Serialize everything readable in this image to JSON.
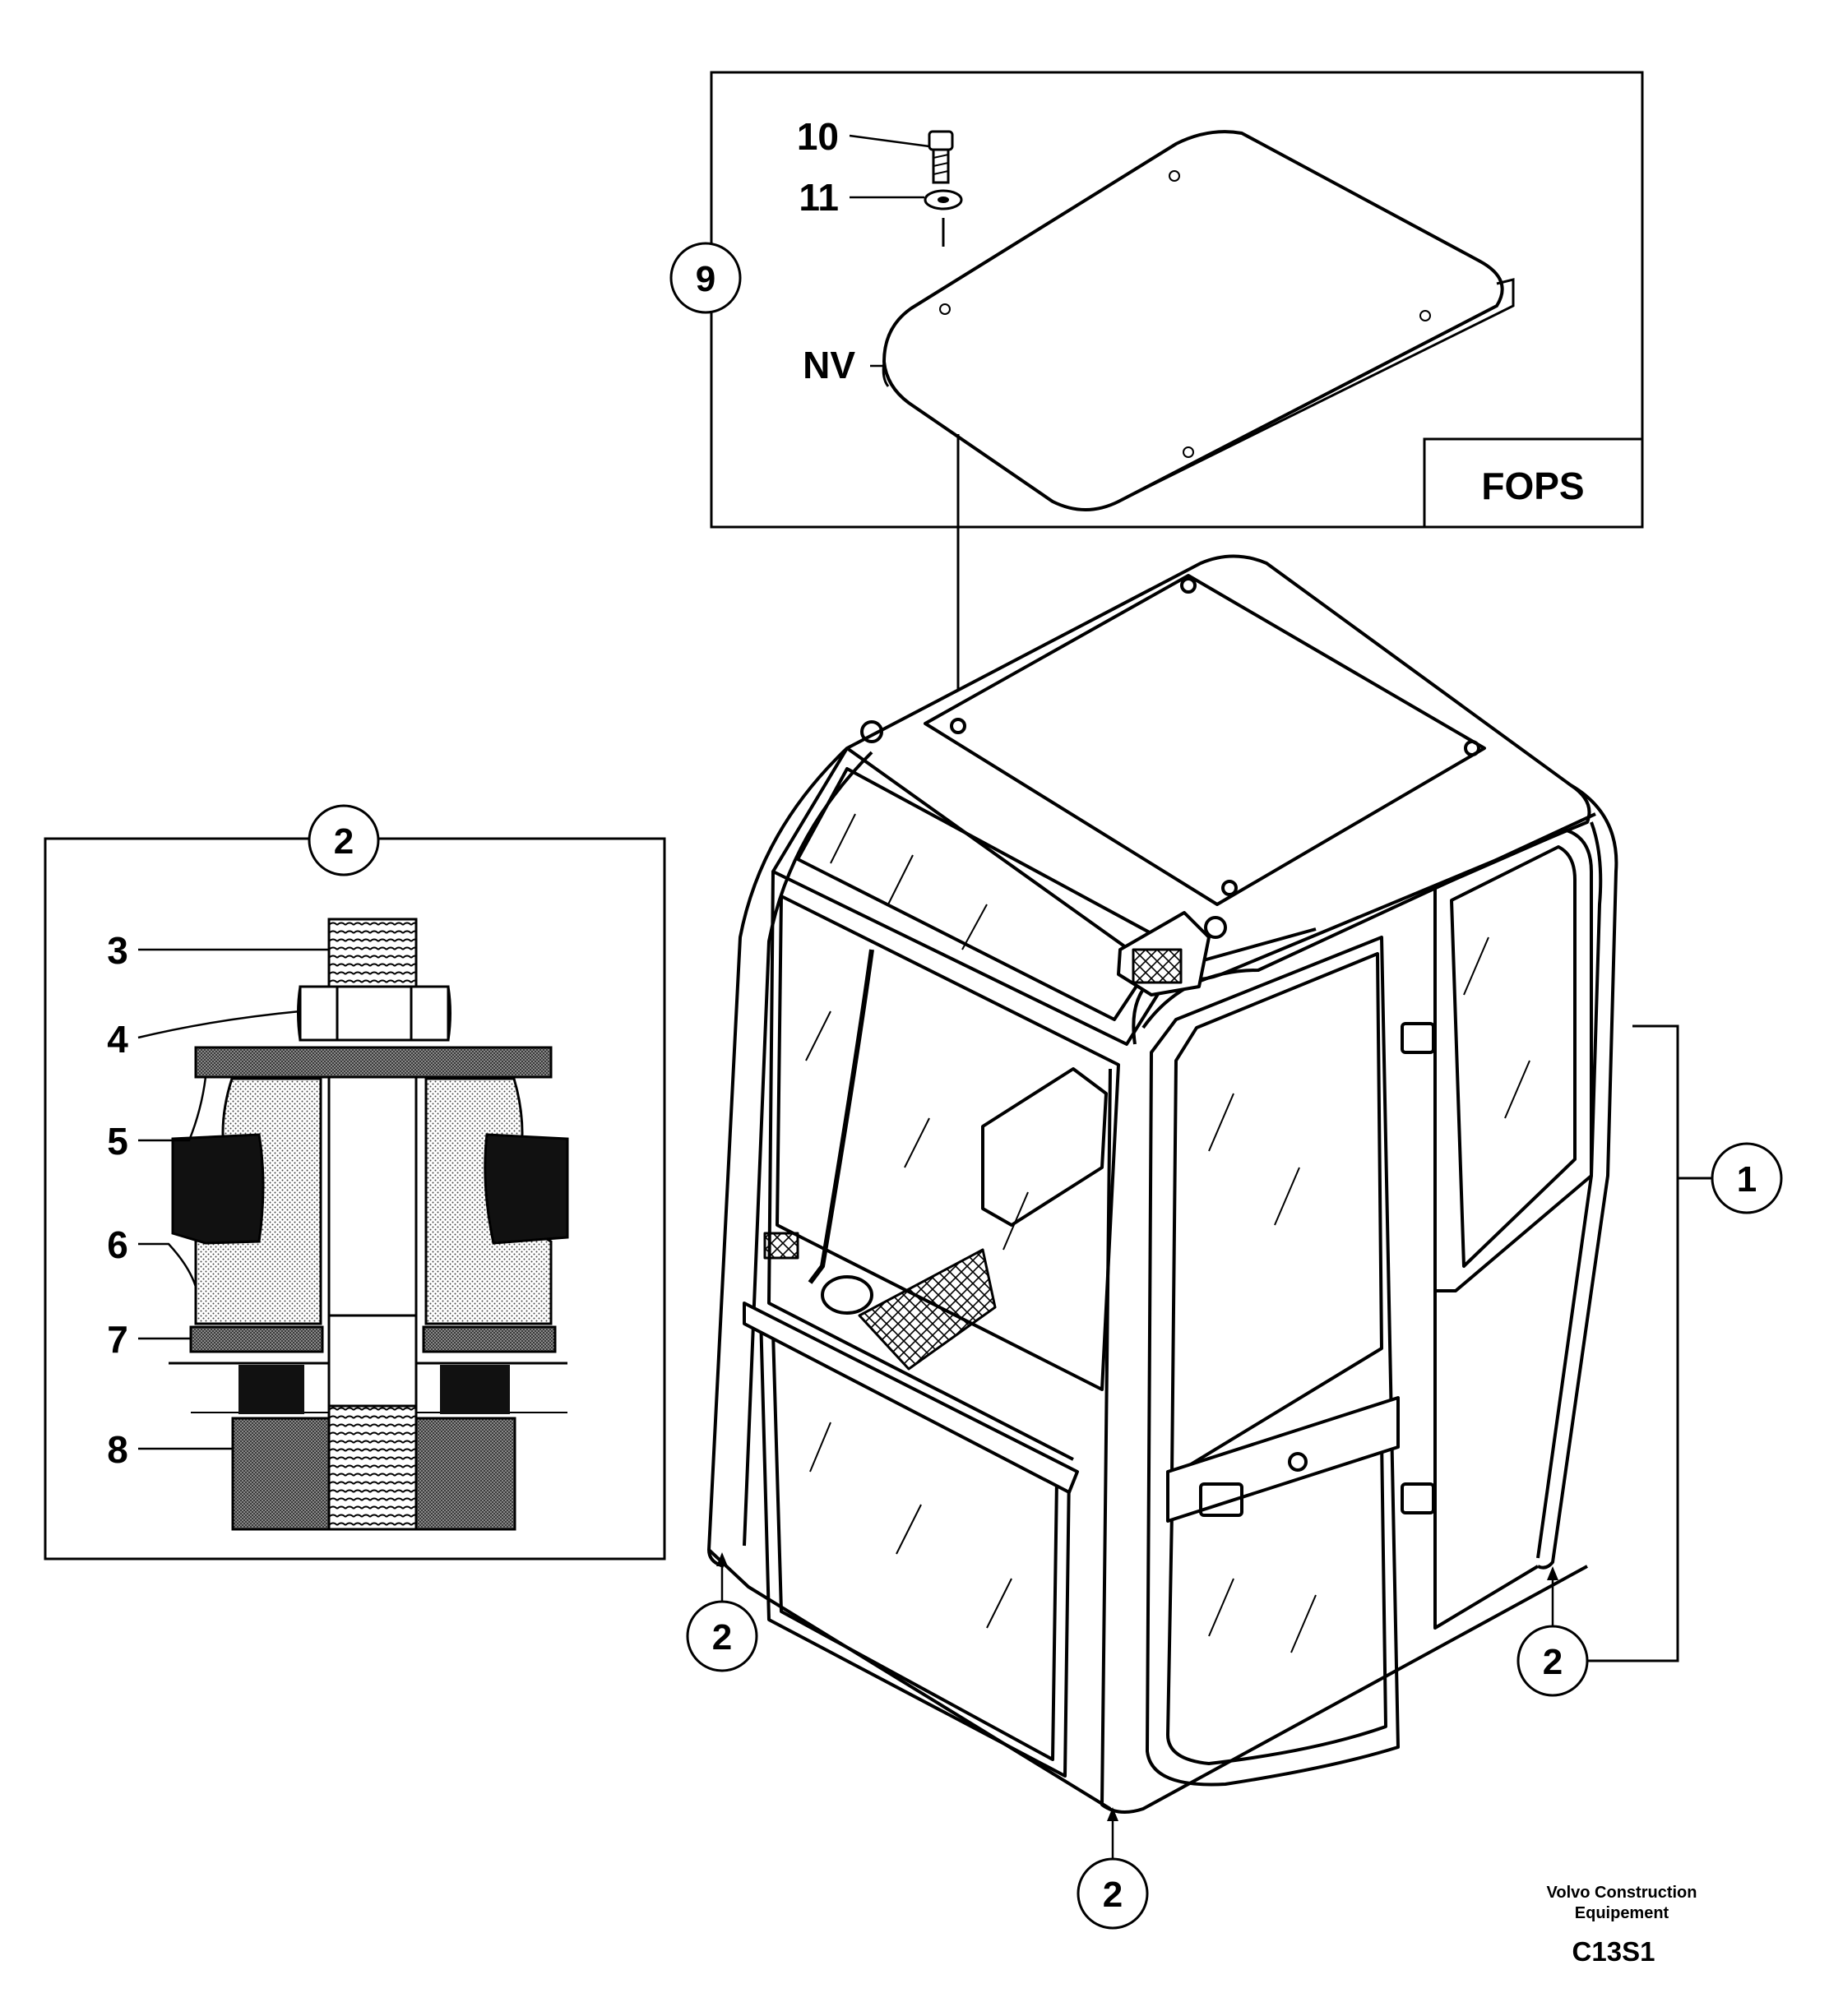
{
  "fops_panel": {
    "circle_label": "9",
    "callouts": [
      "10",
      "11",
      "NV"
    ],
    "box_label": "FOPS"
  },
  "detail_panel": {
    "circle_label": "2",
    "callouts": [
      "3",
      "4",
      "5",
      "6",
      "7",
      "8"
    ]
  },
  "cab": {
    "group_label": "1",
    "mount_labels": [
      "2",
      "2",
      "2"
    ]
  },
  "footer": {
    "company_line1": "Volvo Construction",
    "company_line2": "Equipement",
    "code": "C13S1"
  }
}
